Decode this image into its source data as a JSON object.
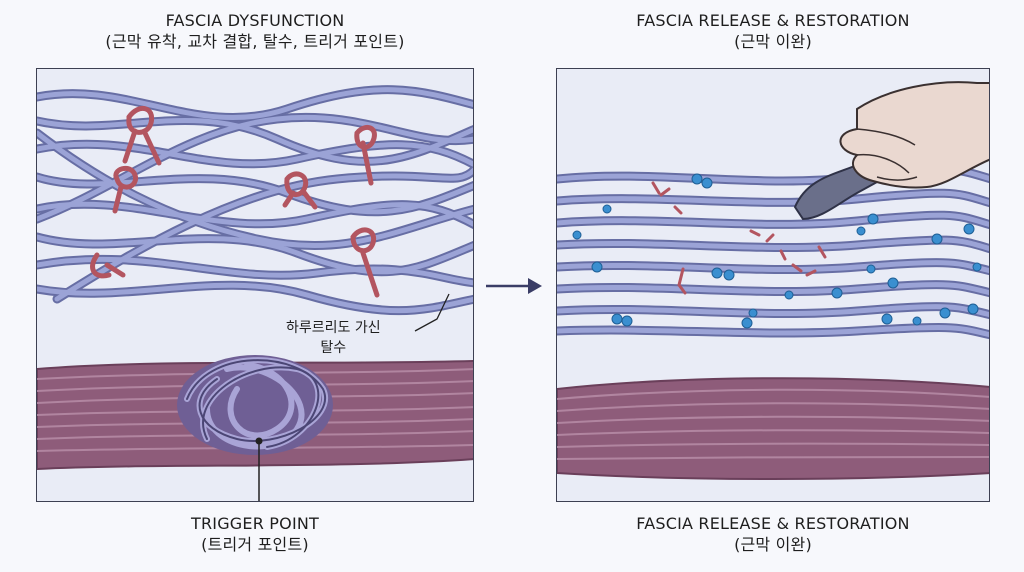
{
  "left_panel": {
    "title": "FASCIA DYSFUNCTION",
    "subtitle": "(근막 유착, 교차 결합, 탈수, 트리거 포인트)",
    "callout_line1": "하루르리도 가신",
    "callout_line2": "탈수",
    "bottom_title": "TRIGGER POINT",
    "bottom_subtitle": "(트리거 포인트)"
  },
  "right_panel": {
    "title": "FASCIA RELEASE & RESTORATION",
    "subtitle": "(근막 이완)",
    "bottom_title": "FASCIA RELEASE & RESTORATION",
    "bottom_subtitle": "(근막 이완)"
  },
  "colors": {
    "fiber": "#8e97cc",
    "fiber_dark": "#4e5590",
    "adhesion": "#b35560",
    "muscle": "#8e5c7a",
    "water_droplet": "#3a8fd0",
    "arrow": "#3a3d66"
  }
}
